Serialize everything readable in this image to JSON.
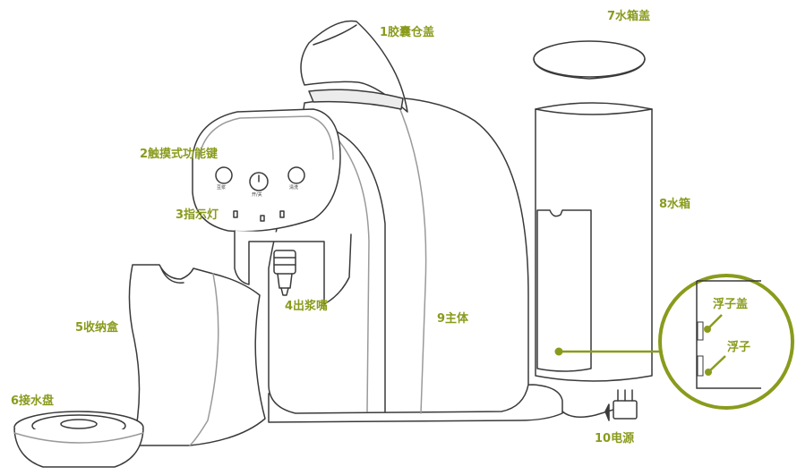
{
  "labels": {
    "l1": "1胶囊仓盖",
    "l2": "2触摸式功能键",
    "l3": "3指示灯",
    "l4": "4出浆嘴",
    "l5": "5收纳盒",
    "l6": "6接水盘",
    "l7": "7水箱盖",
    "l8": "8水箱",
    "l9": "9主体",
    "l10": "10电源",
    "float_cap": "浮子盖",
    "float": "浮子"
  },
  "panel": {
    "left_btn": "豆浆",
    "power_btn": "开/关",
    "right_btn": "清洗"
  },
  "colors": {
    "accent": "#8a9b1c",
    "line": "#3a3a3a"
  }
}
